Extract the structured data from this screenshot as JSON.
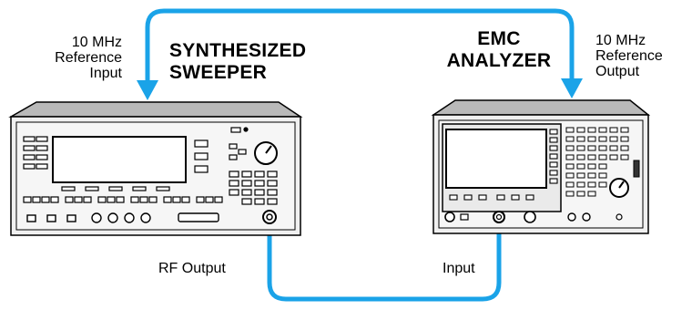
{
  "labels": {
    "sweeper_ref_in": [
      "10 MHz",
      "Reference",
      "Input"
    ],
    "sweeper_title": [
      "SYNTHESIZED",
      "SWEEPER"
    ],
    "analyzer_title": [
      "EMC",
      "ANALYZER"
    ],
    "analyzer_ref_out": [
      "10 MHz",
      "Reference",
      "Output"
    ],
    "rf_output": "RF Output",
    "input": "Input"
  },
  "colors": {
    "cable": "#1aa3e8",
    "outline": "#000000",
    "panel_light": "#efefef",
    "panel_top": "#b9b9b9",
    "screen": "#ffffff"
  }
}
